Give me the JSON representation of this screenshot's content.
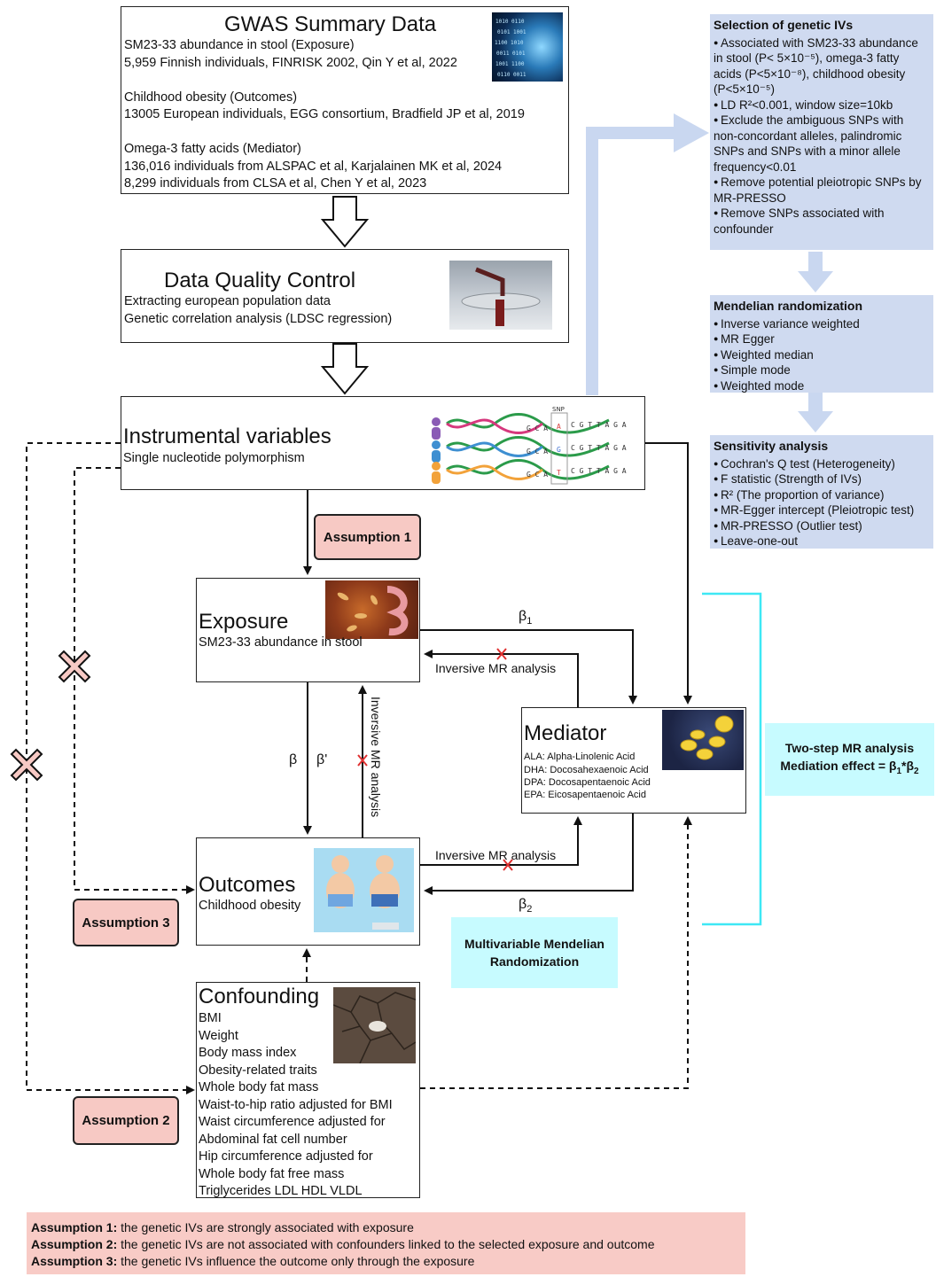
{
  "gwas": {
    "title": "GWAS Summary Data",
    "lines": [
      "SM23-33 abundance in stool (Exposure)",
      "5,959 Finnish individuals, FINRISK 2002, Qin Y et al, 2022",
      "",
      "Childhood obesity (Outcomes)",
      "13005 European individuals, EGG consortium, Bradfield JP et al, 2019",
      "",
      "Omega-3 fatty acids (Mediator)",
      "136,016 individuals from ALSPAC et al, Karjalainen MK et al, 2024",
      "8,299 individuals from CLSA et al, Chen Y et al, 2023"
    ]
  },
  "qc": {
    "title": "Data Quality Control",
    "lines": [
      "Extracting european population data",
      "Genetic correlation analysis (LDSC regression)"
    ]
  },
  "iv": {
    "title": "Instrumental variables",
    "subtitle": "Single nucleotide polymorphism",
    "snp_label": "SNP"
  },
  "exposure": {
    "title": "Exposure",
    "subtitle": "SM23-33 abundance in stool"
  },
  "mediator": {
    "title": "Mediator",
    "lines": [
      "ALA: Alpha-Linolenic Acid",
      "DHA: Docosahexaenoic Acid",
      "DPA: Docosapentaenoic Acid",
      "EPA: Eicosapentaenoic Acid"
    ]
  },
  "outcomes": {
    "title": "Outcomes",
    "subtitle": "Childhood obesity"
  },
  "confounding": {
    "title": "Confounding",
    "lines": [
      "BMI",
      "Weight",
      "Body mass index",
      "Obesity-related traits",
      "Whole body fat mass",
      "Waist-to-hip ratio adjusted for BMI",
      "Waist circumference adjusted for",
      "Abdominal fat cell number",
      "Hip circumference adjusted for",
      "Whole body fat free mass",
      "Triglycerides LDL HDL VLDL"
    ]
  },
  "assumptions": {
    "a1": "Assumption 1",
    "a2": "Assumption 2",
    "a3": "Assumption 3"
  },
  "labels": {
    "beta1": "β",
    "beta1_sub": "1",
    "beta2": "β",
    "beta2_sub": "2",
    "beta": "β",
    "beta_prime": "β'",
    "inv_mr_top": "Inversive MR analysis",
    "inv_mr_vertical": "Inversive MR analysis",
    "inv_mr_bottom": "Inversive MR analysis"
  },
  "two_step": {
    "line1": "Two-step MR analysis",
    "line2_prefix": "Mediation effect = β",
    "sub1": "1",
    "mid": "*β",
    "sub2": "2"
  },
  "mvmr": {
    "text": "Multivariable Mendelian Randomization"
  },
  "selection": {
    "title": "Selection of genetic IVs",
    "items": [
      "Associated with SM23-33 abundance in stool (P< 5×10⁻⁵), omega-3 fatty acids (P<5×10⁻⁸), childhood obesity (P<5×10⁻⁵)",
      "LD R²<0.001, window size=10kb",
      "Exclude the ambiguous SNPs with non-concordant alleles, palindromic SNPs and SNPs with a minor allele frequency<0.01",
      "Remove potential pleiotropic SNPs by MR-PRESSO",
      "Remove SNPs associated with confounder"
    ]
  },
  "mr": {
    "title": "Mendelian randomization",
    "items": [
      "Inverse variance weighted",
      "MR Egger",
      "Weighted median",
      "Simple mode",
      "Weighted mode"
    ]
  },
  "sensitivity": {
    "title": "Sensitivity analysis",
    "items": [
      "Cochran's Q test (Heterogeneity)",
      "F statistic (Strength of IVs)",
      "R² (The proportion of variance)",
      "MR-Egger intercept (Pleiotropic test)",
      "MR-PRESSO (Outlier test)",
      "Leave-one-out"
    ]
  },
  "legend": [
    {
      "label": "Assumption 1:",
      "text": " the genetic IVs are strongly associated with exposure"
    },
    {
      "label": "Assumption 2:",
      "text": " the genetic IVs are not associated with confounders linked to the selected exposure and outcome"
    },
    {
      "label": "Assumption 3:",
      "text": " the genetic IVs influence the outcome only through the exposure"
    }
  ],
  "colors": {
    "side_panel": "#cfdaf0",
    "assumption": "#f7c9c4",
    "cyan_box": "#c7fbff",
    "cyan_bracket": "#3ee8f5",
    "legend": "#f8cbc6",
    "cross": "#e03030"
  }
}
